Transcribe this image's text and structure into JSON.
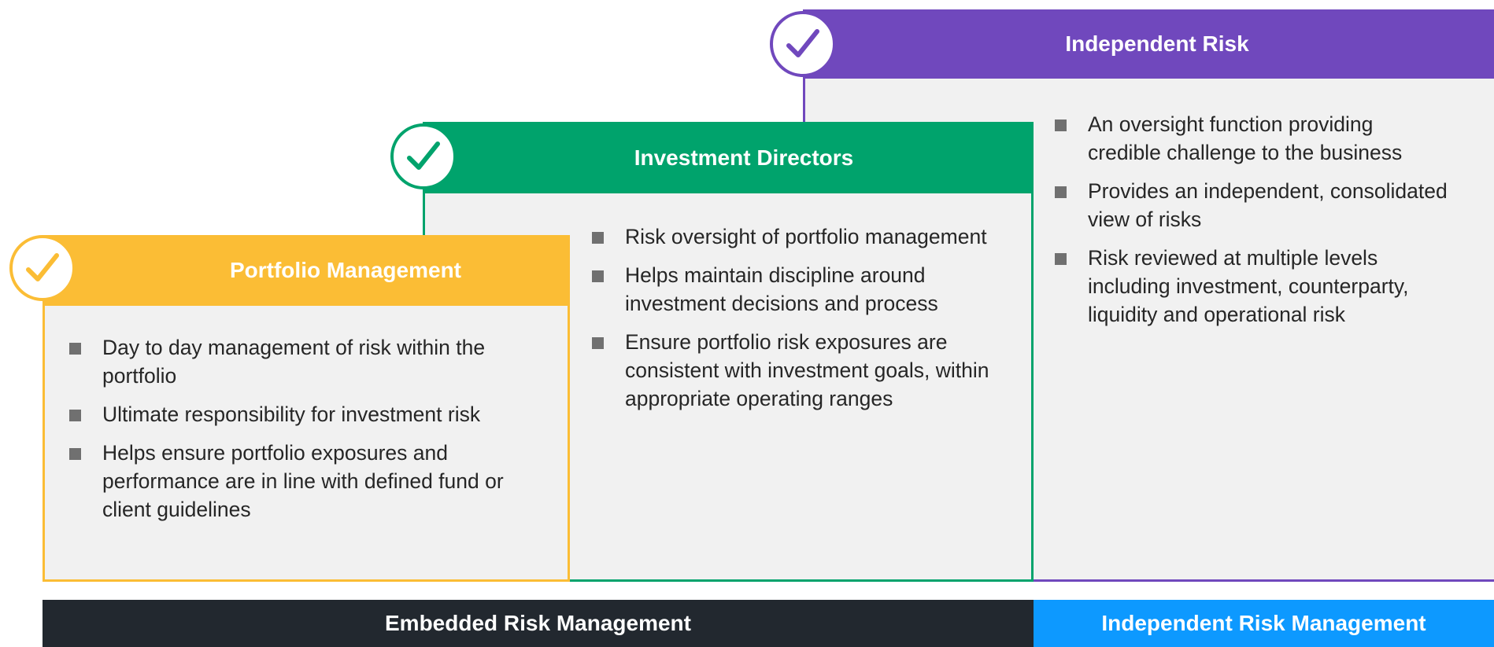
{
  "tiers": [
    {
      "title": "Portfolio Management",
      "color": "#fbbd35",
      "icon": "checkmark-icon",
      "bullets": [
        "Day to day management of risk within the portfolio",
        "Ultimate responsibility for investment risk",
        "Helps ensure portfolio exposures and performance are in line with defined fund or client guidelines"
      ]
    },
    {
      "title": "Investment Directors",
      "color": "#00a36c",
      "icon": "checkmark-icon",
      "bullets": [
        "Risk oversight of portfolio management",
        "Helps maintain discipline around investment decisions and process",
        "Ensure portfolio risk exposures are consistent with investment goals, within appropriate operating ranges"
      ]
    },
    {
      "title": "Independent Risk",
      "color": "#7048bd",
      "icon": "checkmark-icon",
      "bullets": [
        "An oversight function providing credible challenge to the business",
        "Provides an independent, consolidated view of risks",
        "Risk reviewed at multiple levels including investment, counterparty, liquidity and operational risk"
      ]
    }
  ],
  "footer": {
    "embedded": {
      "label": "Embedded Risk Management",
      "color": "#22282f"
    },
    "independent": {
      "label": "Independent Risk Management",
      "color": "#0d99ff"
    }
  }
}
